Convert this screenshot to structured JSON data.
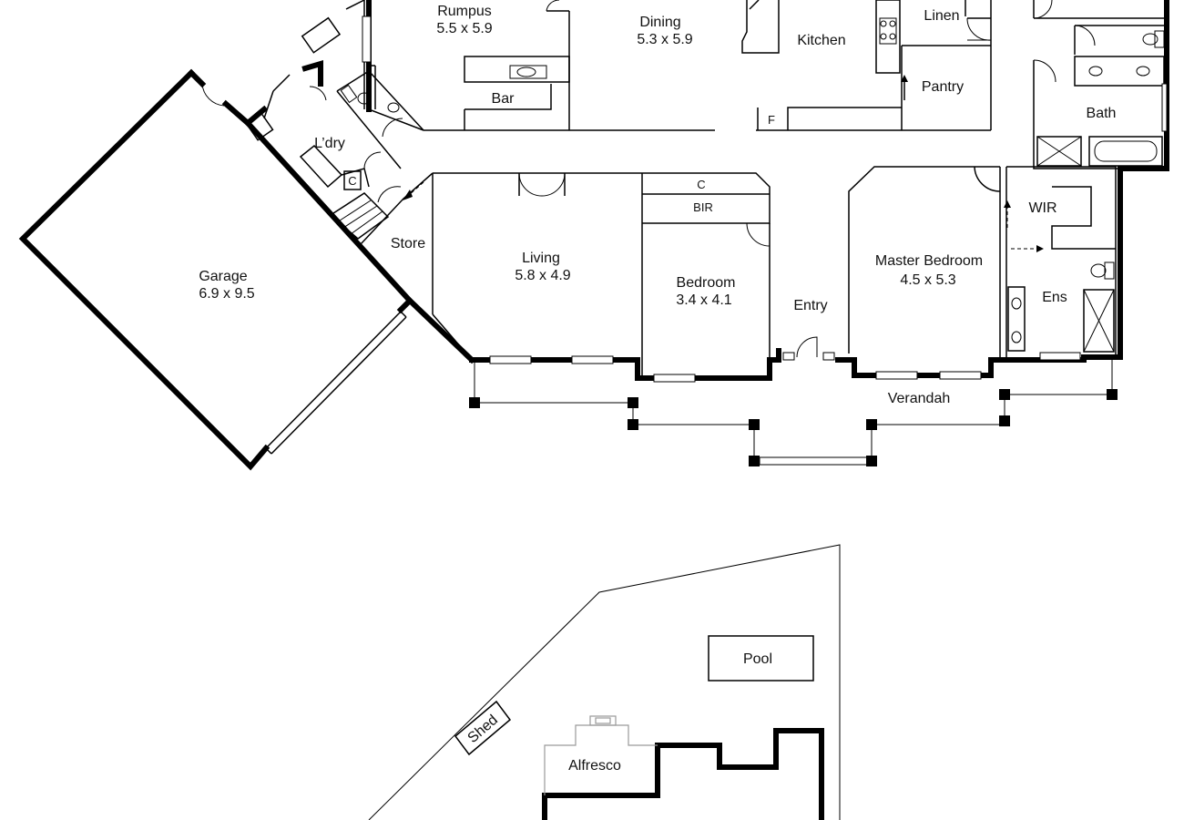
{
  "rooms": {
    "rumpus": {
      "name": "Rumpus",
      "size": "5.5 x 5.9"
    },
    "dining": {
      "name": "Dining",
      "size": "5.3 x 5.9"
    },
    "kitchen": {
      "name": "Kitchen"
    },
    "linen": {
      "name": "Linen"
    },
    "pantry": {
      "name": "Pantry"
    },
    "bath": {
      "name": "Bath"
    },
    "bar": {
      "name": "Bar"
    },
    "laundry": {
      "name": "L’dry"
    },
    "cupboard_laundry": {
      "name": "C"
    },
    "fridge": {
      "name": "F"
    },
    "store": {
      "name": "Store"
    },
    "garage": {
      "name": "Garage",
      "size": "6.9 x 9.5"
    },
    "living": {
      "name": "Living",
      "size": "5.8 x 4.9"
    },
    "cupboard_bed": {
      "name": "C"
    },
    "bir": {
      "name": "BIR"
    },
    "bedroom": {
      "name": "Bedroom",
      "size": "3.4 x 4.1"
    },
    "entry": {
      "name": "Entry"
    },
    "master": {
      "name": "Master Bedroom",
      "size": "4.5 x 5.3"
    },
    "wir": {
      "name": "WIR"
    },
    "ens": {
      "name": "Ens"
    },
    "verandah": {
      "name": "Verandah"
    },
    "pool": {
      "name": "Pool"
    },
    "shed": {
      "name": "Shed"
    },
    "alfresco": {
      "name": "Alfresco"
    }
  }
}
